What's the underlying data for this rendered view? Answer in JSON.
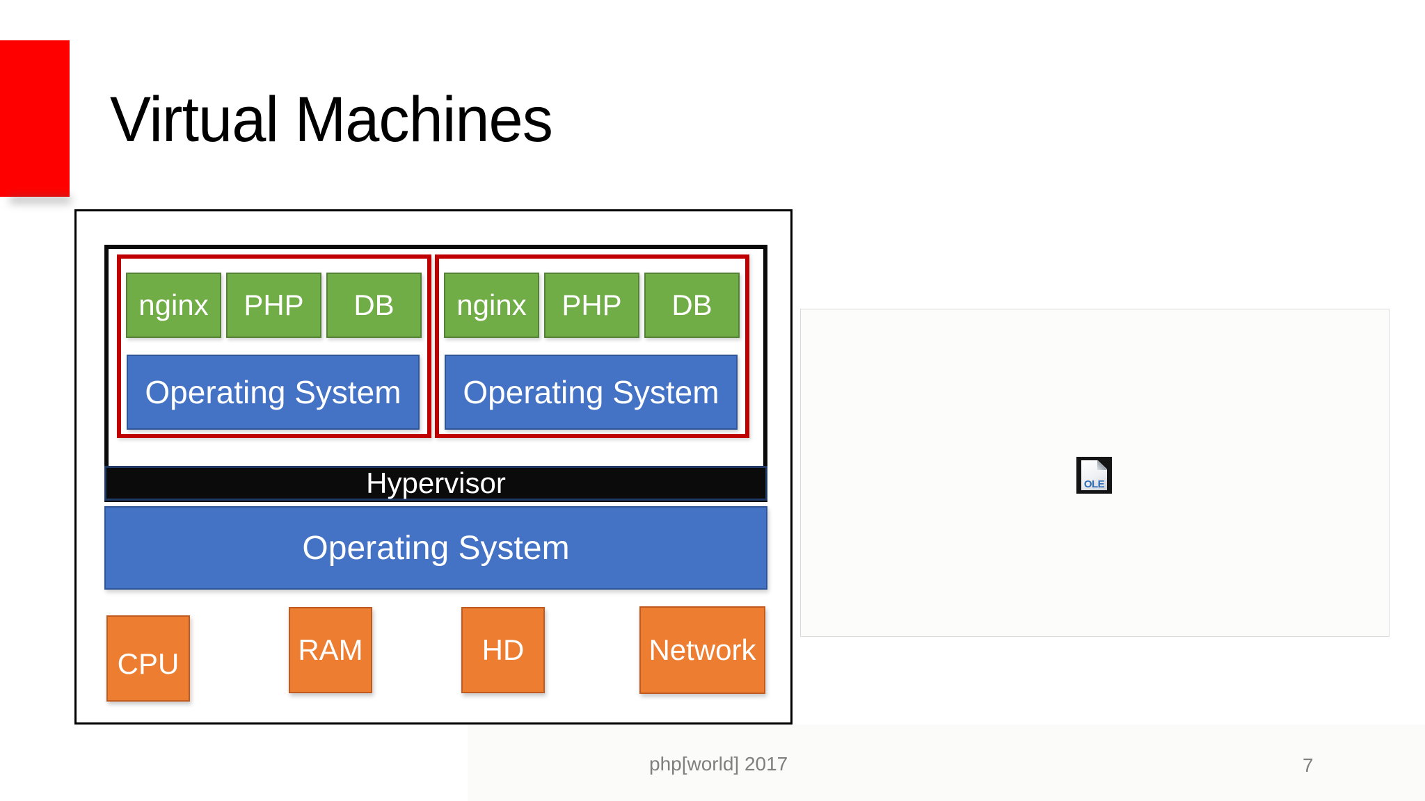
{
  "slide": {
    "title": "Virtual Machines",
    "footer": {
      "conference": "php[world] 2017",
      "page_number": "7"
    }
  },
  "diagram": {
    "vms": [
      {
        "apps": [
          "nginx",
          "PHP",
          "DB"
        ],
        "os_label": "Operating System"
      },
      {
        "apps": [
          "nginx",
          "PHP",
          "DB"
        ],
        "os_label": "Operating System"
      }
    ],
    "hypervisor_label": "Hypervisor",
    "host_os_label": "Operating System",
    "hardware": [
      "CPU",
      "RAM",
      "HD",
      "Network"
    ]
  },
  "embed": {
    "ole_label": "OLE"
  },
  "colors": {
    "accent_red": "#FF0000",
    "vm_border_red": "#C00000",
    "app_green_fill": "#70AD47",
    "app_green_border": "#538135",
    "os_blue_fill": "#4472C4",
    "os_blue_border": "#2F5597",
    "hypervisor_fill": "#0B0B0B",
    "hypervisor_border_navy": "#1F3864",
    "hardware_orange_fill": "#ED7D31",
    "hardware_orange_border": "#C05A21",
    "footer_gray": "#7F7F7F",
    "panel_border_gray": "#DBDBDB",
    "ole_text_blue": "#2E6CB5"
  }
}
